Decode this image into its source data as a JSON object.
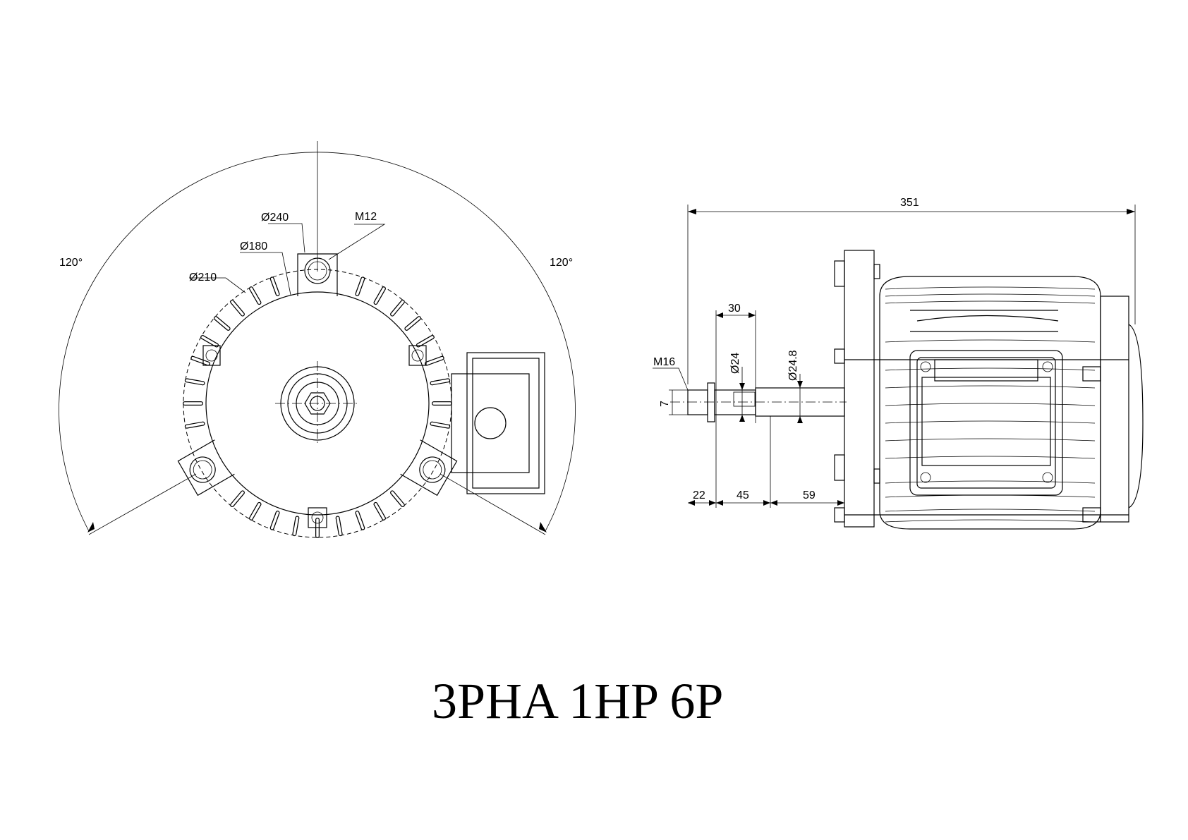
{
  "front_view": {
    "labels": {
      "d240": "Ø240",
      "m12": "M12",
      "d180": "Ø180",
      "d210": "Ø210",
      "angle_left": "120°",
      "angle_right": "120°"
    }
  },
  "side_view": {
    "labels": {
      "len351": "351",
      "len30": "30",
      "m16": "M16",
      "d24": "Ø24",
      "d24_8": "Ø24.8",
      "dim7": "7",
      "len22": "22",
      "len45": "45",
      "len59": "59"
    }
  },
  "title": "3PHA  1HP 6P",
  "colors": {
    "line": "#000000",
    "background": "#ffffff"
  }
}
